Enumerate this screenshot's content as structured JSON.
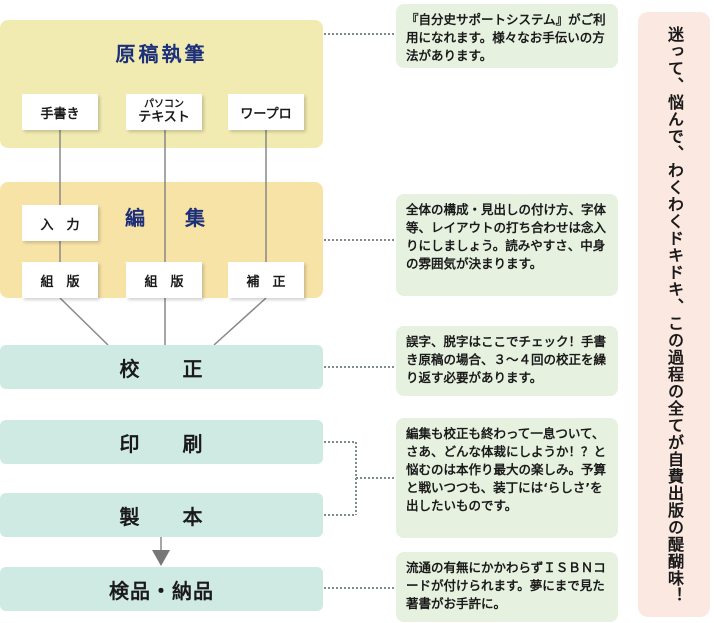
{
  "panels": {
    "write_title": "原稿執筆",
    "edit_title": "編　　集"
  },
  "sources": {
    "handwriting": "手書き",
    "pc_text_small": "パソコン",
    "pc_text_large": "テキスト",
    "word_processor": "ワープロ"
  },
  "edit_boxes": {
    "input": "入　力",
    "typeset_left": "組　版",
    "typeset_center": "組　版",
    "correction": "補　正"
  },
  "stages": {
    "proofreading": "校　　正",
    "printing": "印　　刷",
    "binding": "製　　本",
    "inspection_delivery": "検品・納品"
  },
  "notes": {
    "n1": "『自分史サポートシステム』がご利用になれます。様々なお手伝いの方法があります。",
    "n2": "全体の構成・見出しの付け方、字体等、レイアウトの打ち合わせは念入りにしましょう。読みやすさ、中身の雰囲気が決まります。",
    "n3": "誤字、脱字はここでチェック！手書き原稿の場合、３～４回の校正を繰り返す必要があります。",
    "n4": "編集も校正も終わって一息ついて、さあ、どんな体裁にしようか！？と悩むのは本作り最大の楽しみ。予算と戦いつつも、装丁には‘らしさ’を出したいものです。",
    "n5": "流通の有無にかかわらずＩＳＢＮコードが付けられます。夢にまで見た著書がお手許に。"
  },
  "side_text": "迷って、悩んで、わくわくドキドキ、この過程の全てが自費出版の醍醐味！",
  "colors": {
    "write_panel": "#f1ebb1",
    "edit_panel": "#f8e3a6",
    "stage_bar": "#cfe9e3",
    "note_bg": "#e6f1df",
    "side_bg": "#fbe8e1",
    "title_navy": "#1c2f7a"
  }
}
